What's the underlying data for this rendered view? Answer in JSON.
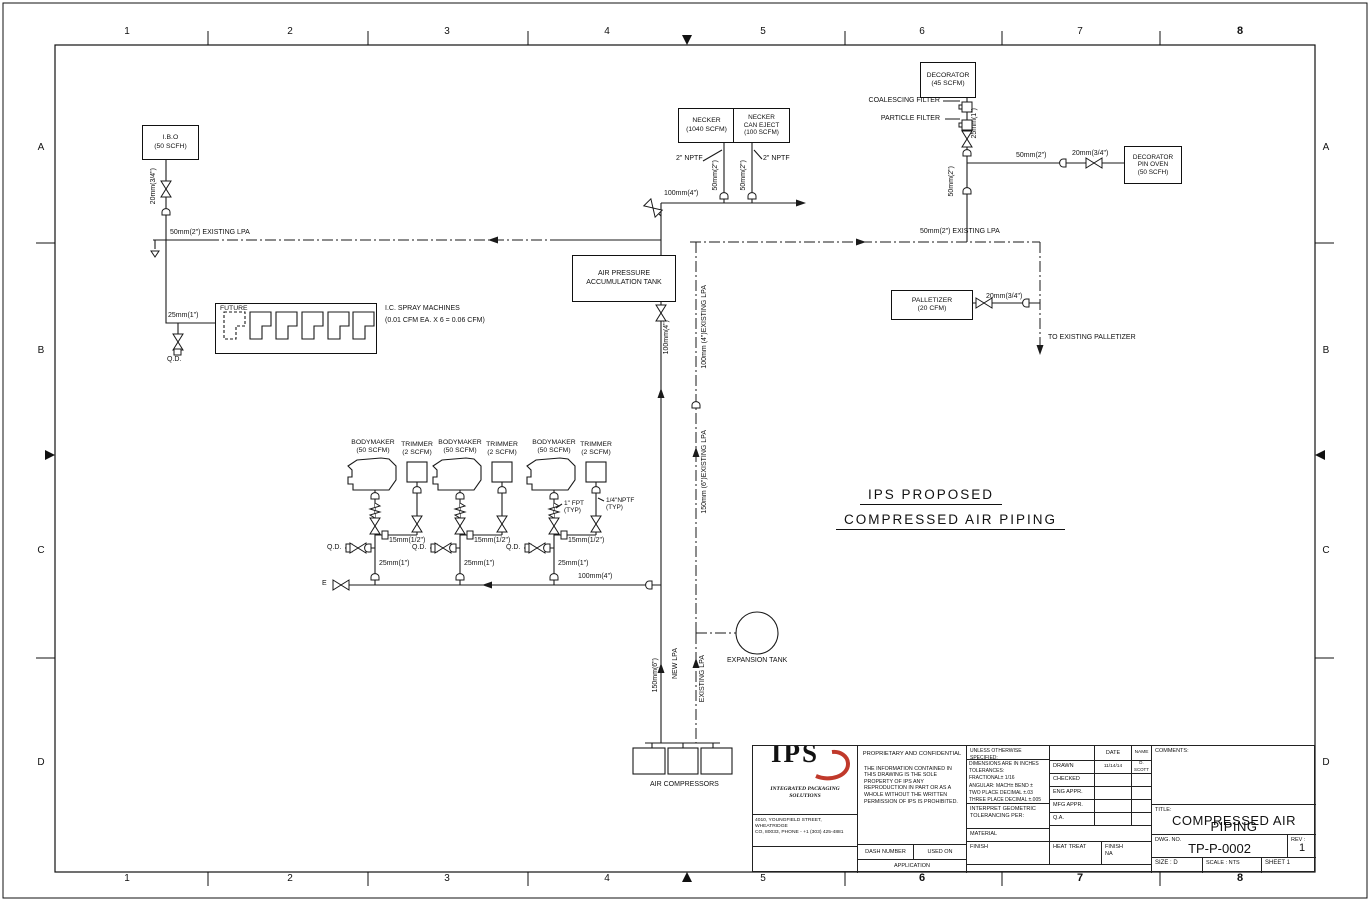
{
  "sheet": {
    "grid_columns": [
      "1",
      "2",
      "3",
      "4",
      "5",
      "6",
      "7",
      "8"
    ],
    "grid_rows": [
      "A",
      "B",
      "C",
      "D"
    ]
  },
  "note": {
    "line1": "IPS PROPOSED",
    "line2": "COMPRESSED AIR PIPING"
  },
  "equipment": {
    "ibo": {
      "line1": "I.B.O",
      "line2": "(50 SCFH)"
    },
    "decorator": {
      "line1": "DECORATOR",
      "line2": "(45 SCFM)"
    },
    "necker": {
      "line1": "NECKER",
      "line2": "(1040 SCFM)"
    },
    "necker_can_eject": {
      "line1": "NECKER",
      "line2": "CAN EJECT",
      "line3": "(100 SCFM)"
    },
    "decorator_pin_oven": {
      "line1": "DECORATOR",
      "line2": "PIN OVEN",
      "line3": "(50 SCFH)"
    },
    "air_tank": {
      "line1": "AIR PRESSURE",
      "line2": "ACCUMULATION TANK"
    },
    "palletizer": {
      "line1": "PALLETIZER",
      "line2": "(20 CFM)"
    },
    "future_label": "FUTURE",
    "spray": {
      "line1": "I.C. SPRAY MACHINES",
      "line2": "(0.01 CFM EA. X 6 = 0.06 CFM)"
    },
    "bodymaker": {
      "line1": "BODYMAKER",
      "line2": "(50 SCFM)"
    },
    "trimmer": {
      "line1": "TRIMMER",
      "line2": "(2 SCFM)"
    },
    "expansion_tank": "EXPANSION TANK",
    "air_compressors": "AIR COMPRESSORS"
  },
  "pipes": {
    "coalescing_filter": "COALESCING FILTER",
    "particle_filter": "PARTICLE FILTER",
    "size_15": "15mm(1/2\")",
    "size_20": "20mm(3/4\")",
    "size_25": "25mm(1\")",
    "size_50": "50mm(2\")",
    "size_100": "100mm(4\")",
    "size_150": "150mm(6\")",
    "npt2": "2\" NPTF",
    "fpt1_line1": "1\" FPT",
    "fpt1_line2": "(TYP)",
    "nptf14_line1": "1/4\"NPTF",
    "nptf14_line2": "(TYP)",
    "qd": "Q.D.",
    "existing_lpa_50": "50mm(2\") EXISTING LPA",
    "existing_lpa_100": "100mm (4\")EXISTING LPA",
    "existing_lpa_150": "150mm (6\")EXISTING LPA",
    "new_lpa": "NEW LPA",
    "existing_lpa": "EXISTING LPA",
    "to_existing_palletizer": "TO EXISTING PALLETIZER",
    "e_marker": "E"
  },
  "titleblock": {
    "logo": {
      "name": "IPS",
      "tagline1": "INTEGRATED PACKAGING",
      "tagline2": "SOLUTIONS"
    },
    "address_line1": "4010, YOUNGFIELD STREET, WHEATRIDGE",
    "address_line2": "CO, 80033, PHONE - +1 (303) 425-4881",
    "proprietary_title": "PROPRIETARY AND CONFIDENTIAL",
    "proprietary_body": "THE INFORMATION CONTAINED IN THIS DRAWING IS THE SOLE PROPERTY OF IPS ANY REPRODUCTION IN PART OR AS A WHOLE WITHOUT THE WRITTEN PERMISSION OF IPS IS PROHIBITED.",
    "dash_number": "DASH NUMBER",
    "used_on": "USED ON",
    "application": "APPLICATION",
    "unless": "UNLESS OTHERWISE SPECIFIED:",
    "tolerances": [
      "DIMENSIONS ARE IN INCHES",
      "TOLERANCES:",
      "FRACTIONAL± 1/16",
      "ANGULAR: MACH±  BEND ±",
      "TWO PLACE DECIMAL   ±.03",
      "THREE PLACE DECIMAL ±.005"
    ],
    "interpret_line1": "INTERPRET GEOMETRIC",
    "interpret_line2": "TOLERANCING PER:",
    "material": "MATERIAL",
    "finish": "FINISH",
    "heat_treat": "HEAT TREAT",
    "finish2_label": "FINISH",
    "finish2_value": "NA",
    "approvals": {
      "date_header": "DATE",
      "name_header": "NAME",
      "rows": [
        {
          "label": "DRAWN",
          "date": "11/14/14",
          "name": "D. SCOTT"
        },
        {
          "label": "CHECKED",
          "date": "",
          "name": ""
        },
        {
          "label": "ENG APPR.",
          "date": "",
          "name": ""
        },
        {
          "label": "MFG APPR.",
          "date": "",
          "name": ""
        },
        {
          "label": "Q.A.",
          "date": "",
          "name": ""
        }
      ]
    },
    "comments_label": "COMMENTS:",
    "title_label": "TITLE:",
    "title_value": "COMPRESSED AIR PIPING",
    "dwg_label": "DWG. NO.",
    "dwg_value": "TP-P-0002",
    "rev_label": "REV :",
    "rev_value": "1",
    "size_label": "SIZE : D",
    "scale_label": "SCALE : NTS",
    "sheet_label": "SHEET  1"
  },
  "colors": {
    "line": "#1a1a1a",
    "accent_red": "#c0392b"
  }
}
